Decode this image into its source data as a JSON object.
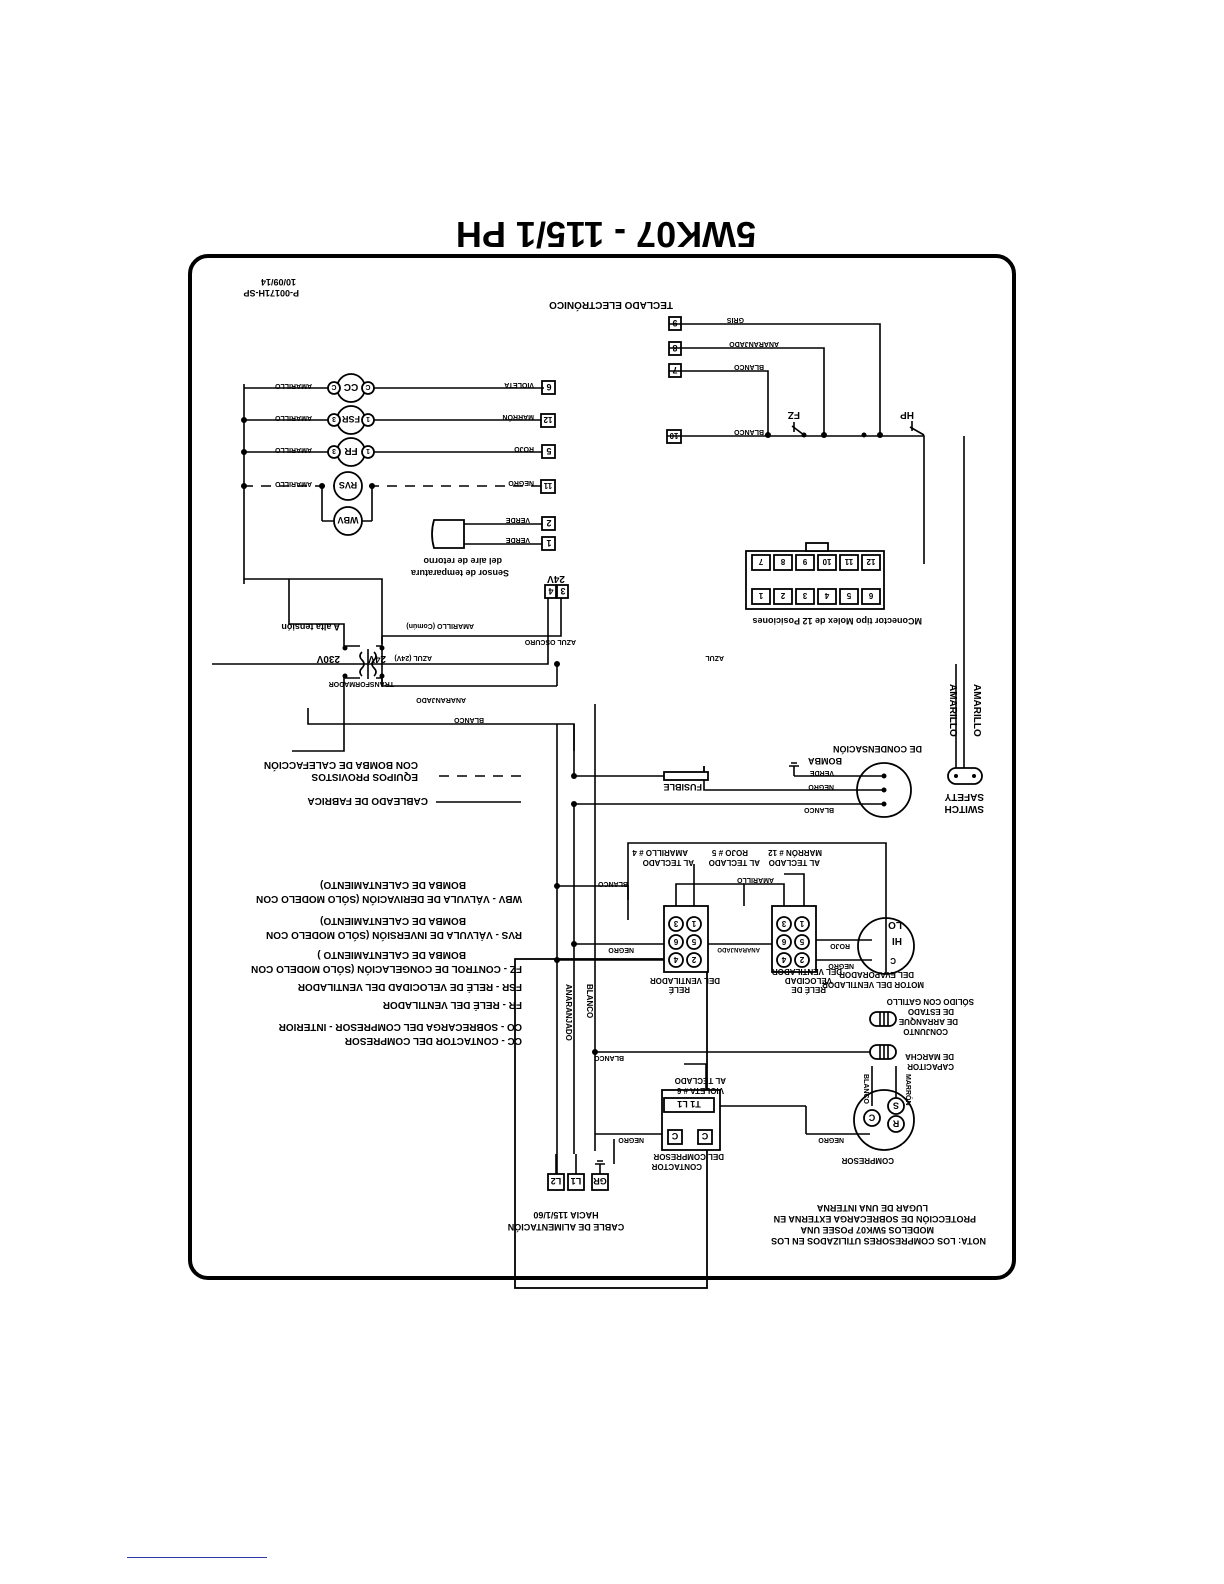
{
  "title": "5WK07 - 115/1 PH",
  "doc_number": "P-00171H-SP",
  "date": "10/09/14",
  "keypad": {
    "title": "TECLADO ELECTRÓNICO",
    "terminal_24v": "24V",
    "terminals": {
      "t9": "9",
      "t8": "8",
      "t7": "7",
      "t10": "10",
      "t6": "6",
      "t12": "12",
      "t5": "5",
      "t11": "11",
      "t2": "2",
      "t1": "1",
      "t3": "3",
      "t4": "4"
    }
  },
  "wires": {
    "gris": "GRIS",
    "anaranjado": "ANARANJADO",
    "blanco": "BLANCO",
    "violeta": "VIOLETA",
    "marron": "MARRÓN",
    "rojo": "ROJO",
    "negro": "NEGRO",
    "verde": "VERDE",
    "amarillo": "AMARILLO",
    "amarillo_comun": "AMARILLO (Común)",
    "azul_24v": "AZUL (24V)",
    "azul": "AZUL",
    "azul_oscuro": "AZUL OSCURO",
    "marron_vert": "MARRÓN"
  },
  "components": {
    "cc": "CC",
    "fsr": "FSR",
    "fr": "FR",
    "rvs": "RVS",
    "wbv": "WBV",
    "fz": "FZ",
    "hp": "HP",
    "term_c": "C",
    "term_1": "1",
    "term_3": "3",
    "sensor": "Sensor de temparatura",
    "sensor_2": "del aire de retorno",
    "transformer": "TRANSFORMADOR",
    "v24": "24V",
    "v230": "230V",
    "high_voltage": "A alta tensión",
    "molex": "MConector tipo Molex de 12 Posiciones",
    "molex_top": [
      "12",
      "11",
      "10",
      "9",
      "8",
      "7"
    ],
    "molex_bottom": [
      "6",
      "5",
      "4",
      "3",
      "2",
      "1"
    ],
    "safety_switch": "SAFETY",
    "safety_switch_2": "SWITCH",
    "pump": "BOMBA",
    "pump_2": "DE CONDENSACIÓN",
    "fuse": "FUSIBLE",
    "fan_motor": "MOTOR DEL VENTILADOR",
    "fan_motor_2": "DEL EVAPORADOR",
    "hi": "HI",
    "lo": "LO",
    "relay_speed": "RELÉ DE",
    "relay_speed_2": "VELOCIDAD",
    "relay_speed_3": "DEL VENTILADOR",
    "relay_fan": "RELÉ",
    "relay_fan_2": "DEL VENTILADOR",
    "to_keypad": "AL TECLADO",
    "marron12": "MARRÓN # 12",
    "rojo5": "ROJO # 5",
    "amarillo4": "AMARILLO # 4",
    "violeta6": "VIOLETA # 6",
    "start_kit": "CONJUNTO",
    "start_kit_2": "DE ARRANQUE",
    "start_kit_3": "DE ESTADO",
    "start_kit_4": "SÓLIDO CON GATILLO",
    "capacitor": "CAPACITOR",
    "capacitor_2": "DE MARCHA",
    "compressor": "COMPRESOR",
    "contactor": "CONTACTOR",
    "contactor_2": "DEL COMPRESOR",
    "l1": "L1",
    "l2": "L2",
    "gr": "GR",
    "t1l1": "T1 L1",
    "ct": "C",
    "relay_pins": [
      "1",
      "3",
      "5",
      "6",
      "2",
      "4"
    ],
    "comp_pins": [
      "S",
      "R",
      "C"
    ]
  },
  "power_cable": [
    "CABLE DE ALIMENTACIÓN",
    "HACIA 115/1/60"
  ],
  "note": [
    "NOTA: LOS COMPRESORES UTILIZADOS EN LOS",
    "MODELOS 5WK07 POSEE UNA",
    "PROTECCIÓN DE SOBRECARGA EXTERNA EN",
    "LUGAR DE UNA INTERNA"
  ],
  "legend": {
    "factory": "CABLEADO DE FABRICA",
    "optional": [
      "EQUIPOS PROVISTOS",
      "CON BOMBA DE CALEFACCIÓN"
    ],
    "abbreviations": [
      "CC - CONTACTOR DEL COMPRESOR",
      "CO - SOBRECARGA DEL COMPRESOR - INTERIOR",
      "FR - RELÉ DEL VENTILADOR",
      "FSR - RELÉ DE VELOCIDAD DEL VENTILADOR",
      "FZ - CONTROL DE CONGELACIÓN (SÓLO MODELO CON",
      "BOMBA DE CALENTAMIENTO )",
      "RVS - VÁLVULA DE INVERSIÓN (SÓLO MODELO CON",
      "BOMBA DE CALENTAMIENTO)",
      "WBV - VÁLVULA DE DERIVACIÓN (SÓLO MODELO CON",
      "BOMBA DE CALENTAMIENTO)"
    ]
  }
}
